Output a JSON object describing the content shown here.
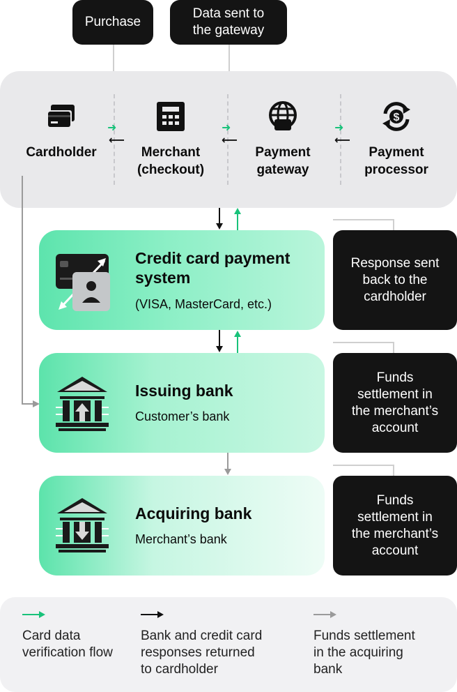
{
  "top_labels": {
    "purchase": "Purchase",
    "data_sent": "Data sent to\nthe gateway"
  },
  "actors": [
    {
      "name": "Cardholder",
      "icon": "credit-cards-icon"
    },
    {
      "name": "Merchant\n(checkout)",
      "icon": "calculator-icon"
    },
    {
      "name": "Payment\ngateway",
      "icon": "globe-icon"
    },
    {
      "name": "Payment\nprocessor",
      "icon": "dollar-exchange-icon"
    }
  ],
  "cards": [
    {
      "title": "Credit card payment\nsystem",
      "subtitle": "(VISA, MasterCard, etc.)",
      "icon": "card-user-transfer-icon"
    },
    {
      "title": "Issuing bank",
      "subtitle": "Customer’s bank",
      "icon": "bank-upload-icon"
    },
    {
      "title": "Acquiring bank",
      "subtitle": "Merchant’s bank",
      "icon": "bank-download-icon"
    }
  ],
  "side_labels": [
    "Response sent\nback to the\ncardholder",
    "Funds\nsettlement in\nthe merchant’s\naccount",
    "Funds\nsettlement in\nthe merchant’s\naccount"
  ],
  "legend": [
    {
      "text": "Card data\nverification flow",
      "color": "#19c27a"
    },
    {
      "text": "Bank and credit card\nresponses returned\nto cardholder",
      "color": "#111111"
    },
    {
      "text": "Funds settlement\nin the acquiring\nbank",
      "color": "#9a9a9a"
    }
  ],
  "colors": {
    "green_accent": "#19c27a",
    "dark_label": "#141414",
    "panel_gray": "#e9e9eb"
  }
}
